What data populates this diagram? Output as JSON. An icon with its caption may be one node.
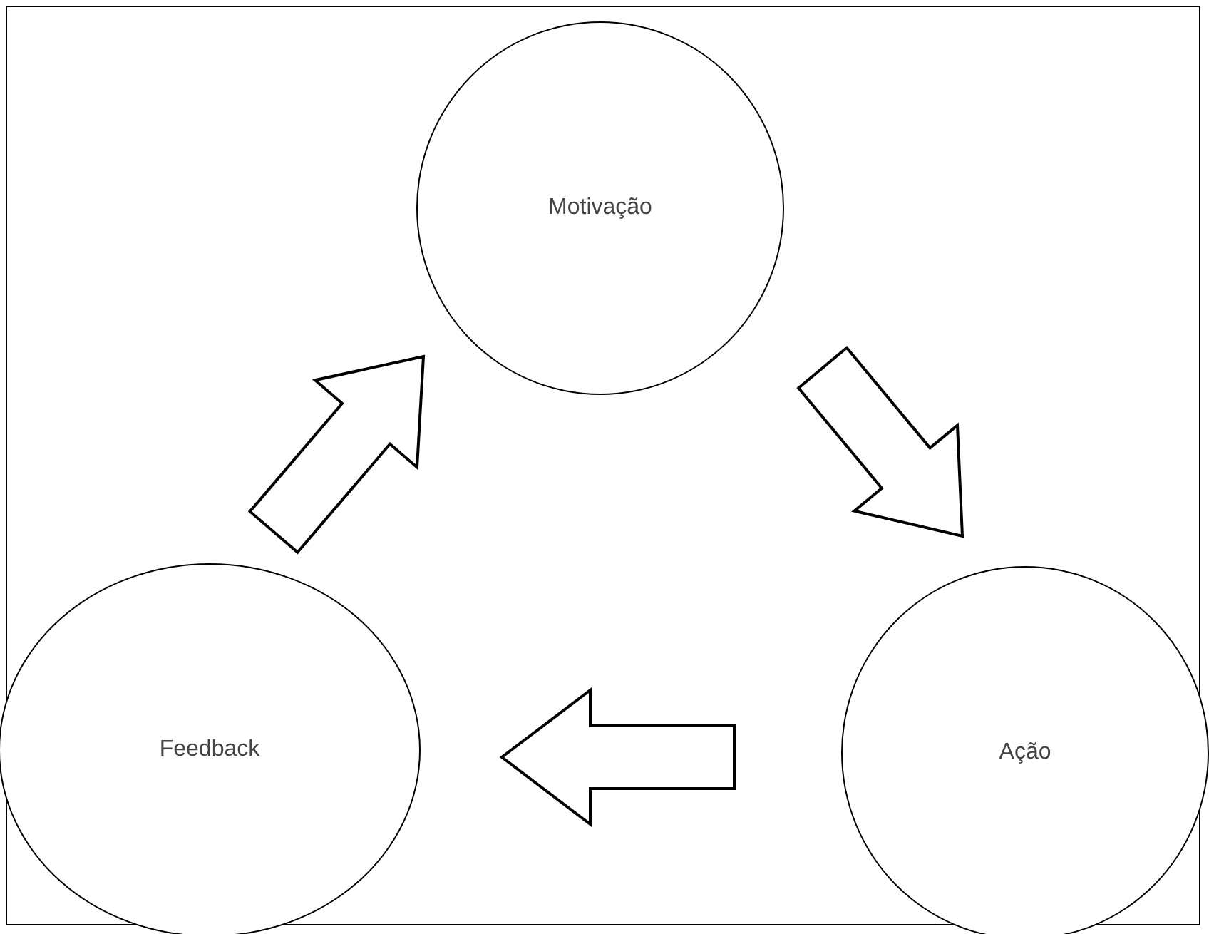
{
  "diagram": {
    "nodes": [
      {
        "text": [
          "Motivação"
        ]
      },
      {
        "text": [
          "Feedback"
        ]
      },
      {
        "text": [
          "Ação"
        ]
      }
    ],
    "edges": [
      {
        "from": 0,
        "to": 2,
        "arrow": "to"
      },
      {
        "from": 2,
        "to": 1,
        "arrow": "to"
      },
      {
        "from": 1,
        "to": 0,
        "arrow": "to"
      }
    ]
  }
}
